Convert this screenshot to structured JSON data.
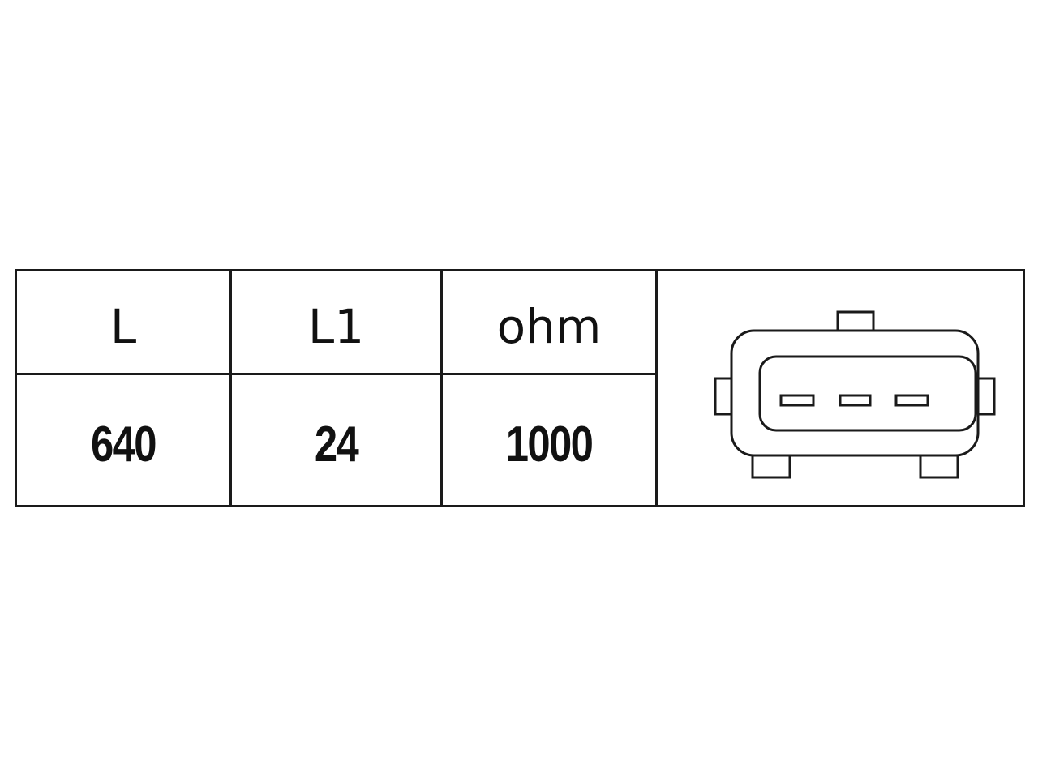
{
  "table": {
    "columns": [
      {
        "header": "L",
        "value": "640"
      },
      {
        "header": "L1",
        "value": "24"
      },
      {
        "header": "ohm",
        "value": "1000"
      }
    ]
  },
  "connector": {
    "icon": "three-pin-connector-icon",
    "pin_count": 3,
    "stroke_color": "#1a1a1a"
  }
}
